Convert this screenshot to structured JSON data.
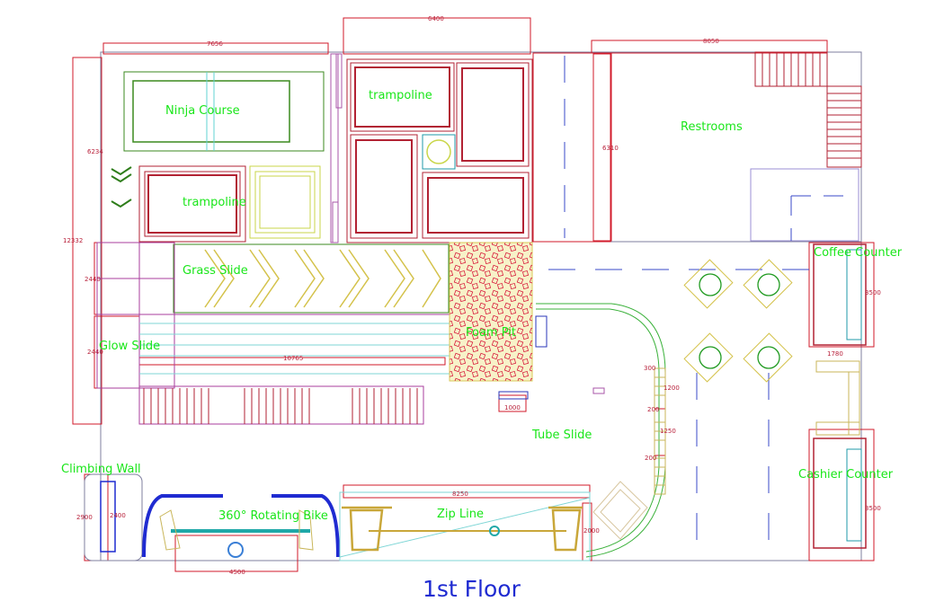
{
  "floor_title": "1st Floor",
  "zones": {
    "ninja_course": "Ninja Course",
    "trampoline_upper": "trampoline",
    "trampoline_lower": "trampoline",
    "restrooms": "Restrooms",
    "coffee_counter": "Coffee Counter",
    "grass_slide": "Grass Slide",
    "foam_pit": "Foam Pit",
    "glow_slide": "Glow Slide",
    "tube_slide": "Tube Slide",
    "climbing_wall": "Climbing Wall",
    "cashier_counter": "Cashier Counter",
    "rotating_bike": "360° Rotating Bike",
    "zip_line": "Zip Line"
  },
  "dimensions": {
    "d7656": "7656",
    "d6400": "6400",
    "d8050": "8050",
    "d6234": "6234",
    "d6310": "6310",
    "d12332": "12332",
    "d2440a": "2440",
    "d2440b": "2440",
    "d10765": "10765",
    "d1000": "1000",
    "d3500a": "3500",
    "d1780": "1780",
    "d3500b": "3500",
    "d300": "300",
    "d1200": "1200",
    "d200a": "200",
    "d1250": "1250",
    "d200b": "200",
    "d8250": "8250",
    "d2000": "2000",
    "d2900": "2900",
    "d2400": "2400",
    "d4500": "4500"
  }
}
